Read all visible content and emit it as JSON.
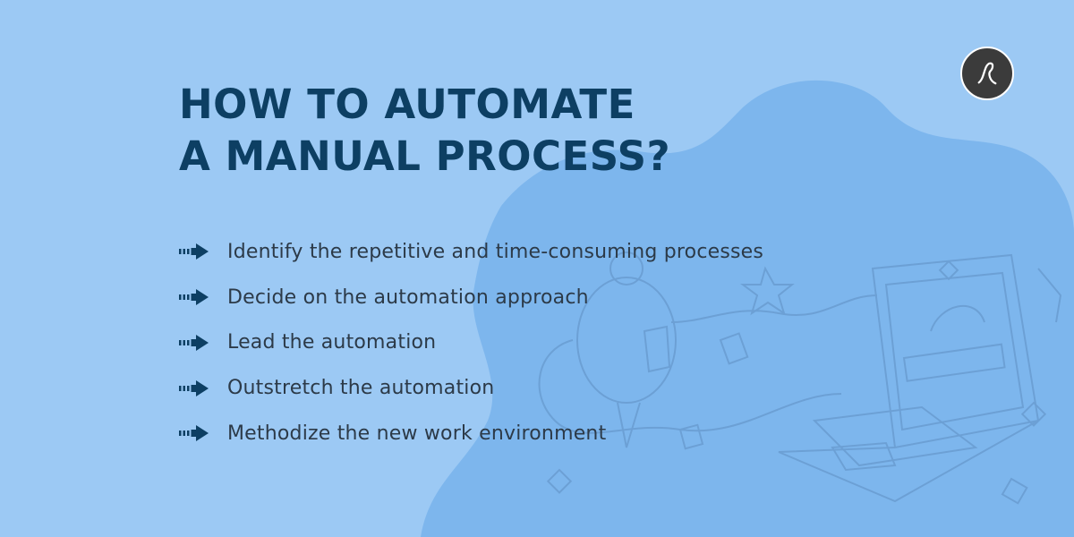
{
  "title": {
    "line1": "HOW TO AUTOMATE",
    "line2": "A MANUAL PROCESS?"
  },
  "steps": [
    {
      "label": "Identify the repetitive and time-consuming processes",
      "icon": "arrow-right-icon"
    },
    {
      "label": "Decide on the automation approach",
      "icon": "arrow-right-icon"
    },
    {
      "label": "Lead the automation",
      "icon": "arrow-right-icon"
    },
    {
      "label": "Outstretch the automation",
      "icon": "arrow-right-icon"
    },
    {
      "label": "Methodize the new work environment",
      "icon": "arrow-right-icon"
    }
  ],
  "colors": {
    "background": "#9cc9f4",
    "blob": "#7fb8ee",
    "title": "#0d3f63",
    "text": "#2c3a48",
    "logo": "#3b3b3b"
  },
  "illustration": "robot-and-laptop-illustration"
}
